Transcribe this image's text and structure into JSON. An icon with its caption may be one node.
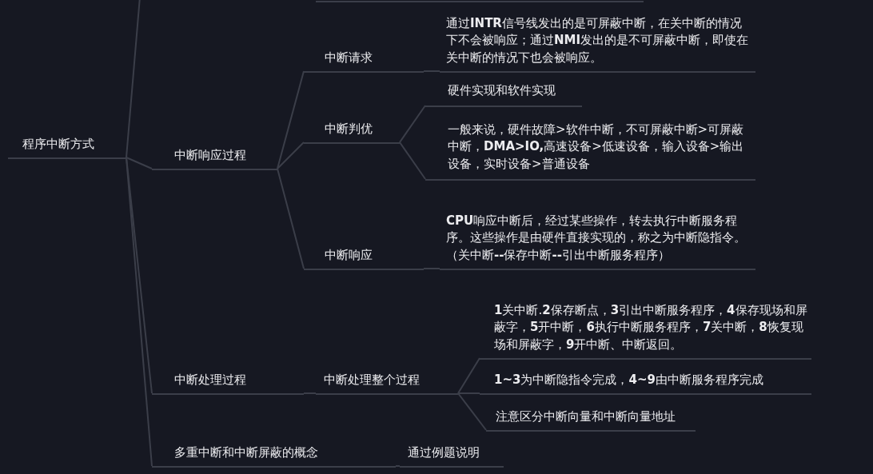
{
  "diagram": {
    "nodes": [
      {
        "text": [
          "程序中断方式"
        ]
      },
      {
        "text": [
          "中断响应过程"
        ]
      },
      {
        "text": [
          "中断请求"
        ]
      },
      {
        "text": [
          "通过**INTR**信号线发出的是可屏蔽中断，在关中断的情况下不会被响应；通过**NMI**发出的是不可屏蔽中断，即使在关中断的情况下也会被响应。"
        ]
      },
      {
        "text": [
          "中断判优"
        ]
      },
      {
        "text": [
          "硬件实现和软件实现"
        ]
      },
      {
        "text": [
          "一般来说，硬件故障>软件中断，不可屏蔽中断>可屏蔽中断，**DMA>IO,**高速设备>低速设备，输入设备>输出设备，实时设备>普通设备"
        ]
      },
      {
        "text": [
          "中断响应"
        ]
      },
      {
        "text": [
          "**CPU**响应中断后，经过某些操作，转去执行中断服务程序。这些操作是由硬件直接实现的，称之为中断隐指令。（关中断**--**保存中断**--**引出中断服务程序）"
        ]
      },
      {
        "text": [
          "中断处理过程"
        ]
      },
      {
        "text": [
          "中断处理整个过程"
        ]
      },
      {
        "text": [
          "**1**关中断.**2**保存断点，**3**引出中断服务程序，**4**保存现场和屏蔽字，**5**开中断，**6**执行中断服务程序，**7**关中断，**8**恢复现场和屏蔽字，**9**开中断、中断返回。"
        ]
      },
      {
        "text": [
          "**1~3**为中断隐指令完成，**4~9**由中断服务程序完成"
        ]
      },
      {
        "text": [
          "注意区分中断向量和中断向量地址"
        ]
      },
      {
        "text": [
          "多重中断和中断屏蔽的概念"
        ]
      },
      {
        "text": [
          "通过例题说明"
        ]
      }
    ],
    "edges": [
      {
        "from": 0,
        "to": null,
        "arrow": "none"
      },
      {
        "from": 0,
        "to": 1,
        "arrow": "none"
      },
      {
        "from": 0,
        "to": 9,
        "arrow": "none"
      },
      {
        "from": 0,
        "to": 14,
        "arrow": "none"
      },
      {
        "from": 1,
        "to": 2,
        "arrow": "none"
      },
      {
        "from": 1,
        "to": 4,
        "arrow": "none"
      },
      {
        "from": 1,
        "to": 7,
        "arrow": "none"
      },
      {
        "from": 2,
        "to": 3,
        "arrow": "none"
      },
      {
        "from": 4,
        "to": 5,
        "arrow": "none"
      },
      {
        "from": 4,
        "to": 6,
        "arrow": "none"
      },
      {
        "from": 7,
        "to": 8,
        "arrow": "none"
      },
      {
        "from": 9,
        "to": 10,
        "arrow": "none"
      },
      {
        "from": 10,
        "to": 11,
        "arrow": "none"
      },
      {
        "from": 10,
        "to": 12,
        "arrow": "none"
      },
      {
        "from": 10,
        "to": 13,
        "arrow": "none"
      },
      {
        "from": 14,
        "to": 15,
        "arrow": "none"
      }
    ]
  }
}
